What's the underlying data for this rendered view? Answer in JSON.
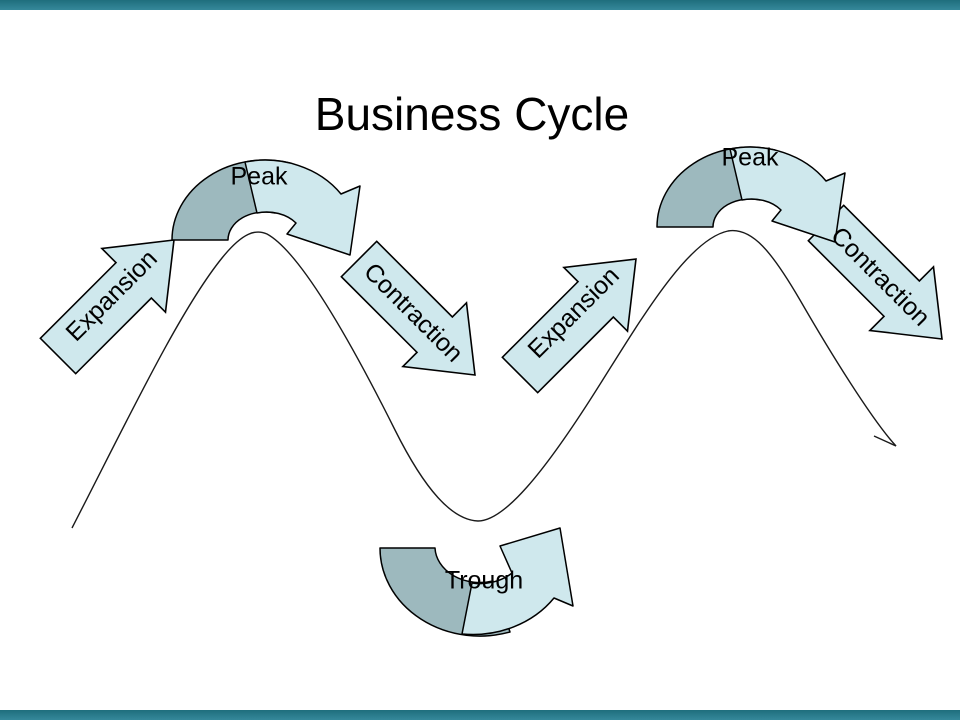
{
  "slide": {
    "title": "Business Cycle"
  },
  "colors": {
    "background": "#ffffff",
    "accent_bar_teal": "#2a7d8c",
    "arrow_fill_light": "#cfe8ed",
    "arrow_fill_dark": "#9db9be",
    "outline": "#000000",
    "curve_stroke": "#1a1a1a"
  },
  "diagram": {
    "type": "business-cycle-wave",
    "labels": {
      "expansion1": "Expansion",
      "peak1": "Peak",
      "contraction1": "Contraction",
      "trough": "Trough",
      "expansion2": "Expansion",
      "peak2": "Peak",
      "contraction2": "Contraction"
    }
  }
}
